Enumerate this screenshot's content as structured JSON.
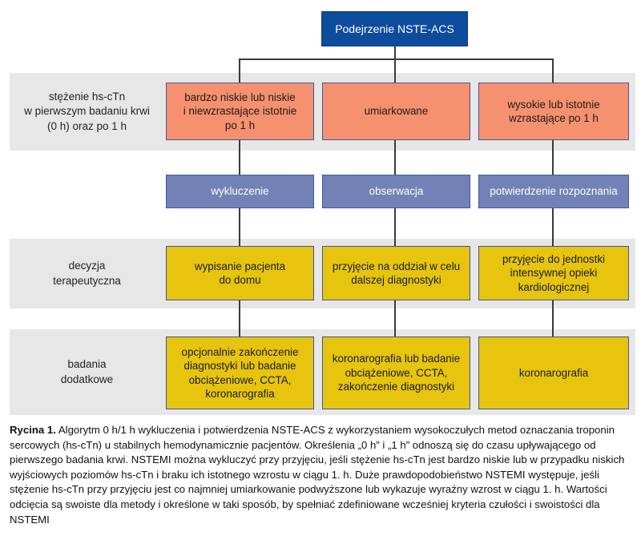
{
  "colors": {
    "top_box_bg": "#0d4b9c",
    "top_box_border": "#0a3c80",
    "level1_bg": "#f5916f",
    "level2_bg": "#7282b6",
    "level34_bg": "#e7c40e",
    "box_border": "#3e56a6",
    "band_bg": "#e7e7e7",
    "connector": "#3b3b3b",
    "text_dark": "#1b1b1b",
    "text_light": "#ffffff"
  },
  "diagram": {
    "root": "Podejrzenie NSTE-ACS",
    "row_labels": {
      "level1": "stężenie hs-cTn\nw pierwszym badaniu krwi\n(0 h) oraz po 1 h",
      "level3": "decyzja\nterapeutyczna",
      "level4": "badania\ndodatkowe"
    },
    "columns": [
      {
        "level1": "bardzo niskie lub niskie\ni niewzrastające istotnie\npo 1 h",
        "level2": "wykluczenie",
        "level3": "wypisanie pacjenta\ndo domu",
        "level4": "opcjonalnie zakończenie\ndiagnostyki lub badanie\nobciążeniowe, CCTA,\nkoronarografia"
      },
      {
        "level1": "umiarkowane",
        "level2": "obserwacja",
        "level3": "przyjęcie na oddział w celu\ndalszej diagnostyki",
        "level4": "koronarografia lub badanie\nobciążeniowe, CCTA,\nzakończenie diagnostyki"
      },
      {
        "level1": "wysokie lub istotnie\nwzrastające po 1 h",
        "level2": "potwierdzenie rozpoznania",
        "level3": "przyjęcie do jednostki\nintensywnej opieki\nkardiologicznej",
        "level4": "koronarografia"
      }
    ]
  },
  "caption": {
    "label": "Rycina 1.",
    "text": " Algorytm 0 h/1 h wykluczenia i potwierdzenia NSTE-ACS z wykorzystaniem wysokoczułych metod oznaczania troponin sercowych (hs-cTn) u stabilnych hemodynamicznie pacjentów. Określenia „0 h” i „1 h” odnoszą się do czasu upływającego od pierwszego badania krwi. NSTEMI można wykluczyć przy przyjęciu, jeśli stężenie hs-cTn jest bardzo niskie lub w przypadku niskich wyjściowych poziomów hs-cTn i braku ich istotnego wzrostu w ciągu 1. h. Duże prawdopodobieństwo NSTEMI występuje, jeśli stężenie hs-cTn przy przyjęciu jest co najmniej umiarkowanie podwyższone lub wykazuje wyraźny wzrost w ciągu 1. h. Wartości odcięcia są swoiste dla metody i określone w taki sposób, by spełniać zdefiniowane wcześniej kryteria czułości i swoistości dla NSTEMI"
  }
}
